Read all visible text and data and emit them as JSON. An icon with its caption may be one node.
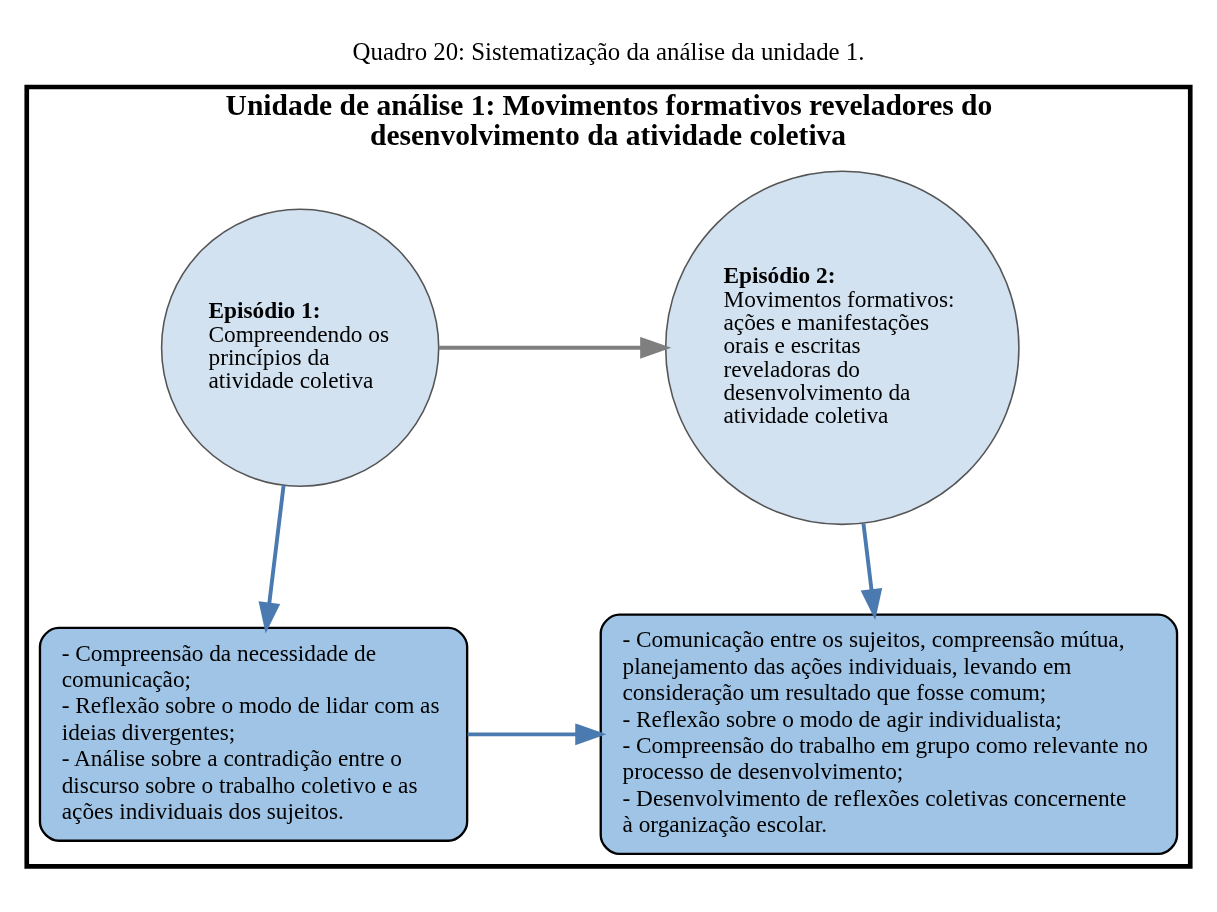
{
  "diagram": {
    "caption": "Quadro 20: Sistematização da análise da unidade 1.",
    "nodes": [
      {
        "text": [
          "Unidade de análise 1: Movimentos formativos reveladores do desenvolvimento da atividade coletiva"
        ]
      },
      {
        "text": [
          "Episódio 1:",
          "Compreendendo os princípios da atividade coletiva"
        ],
        "in": 0
      },
      {
        "text": [
          "Episódio 2:",
          "Movimentos formativos: ações e manifestações orais e escritas reveladoras do desenvolvimento da atividade coletiva"
        ],
        "in": 0
      },
      {
        "text": [
          "- Compreensão da necessidade de comunicação;",
          "- Reflexão sobre o modo de lidar com as ideias divergentes;",
          "- Análise sobre a contradição entre o discurso sobre o trabalho coletivo e as ações individuais dos sujeitos."
        ],
        "in": 0
      },
      {
        "text": [
          "- Comunicação entre os sujeitos, compreensão mútua, planejamento das ações individuais, levando em consideração um resultado que fosse comum;",
          "- Reflexão sobre o modo de agir individualista;",
          "- Compreensão do trabalho em grupo como relevante no processo de desenvolvimento;",
          "- Desenvolvimento de reflexões coletivas concernente à organização escolar."
        ],
        "in": 0
      }
    ],
    "edges": [
      {
        "from": 1,
        "to": 2,
        "arrow": "to",
        "color": "#7f7f7f"
      },
      {
        "from": 1,
        "to": 3,
        "arrow": "to"
      },
      {
        "from": 2,
        "to": 4,
        "arrow": "to"
      },
      {
        "from": 3,
        "to": 4,
        "arrow": "to"
      }
    ]
  }
}
